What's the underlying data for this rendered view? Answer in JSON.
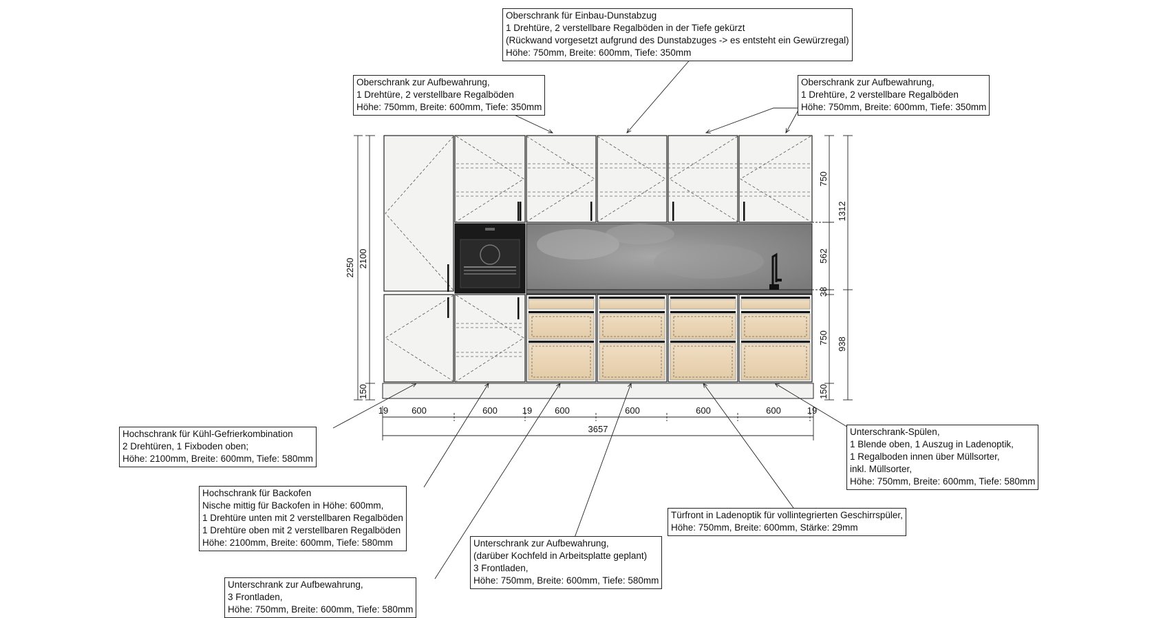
{
  "annotations": {
    "upper_hood": {
      "lines": [
        "Oberschrank für Einbau-Dunstabzug",
        "1 Drehtüre, 2 verstellbare Regalböden in der Tiefe gekürzt",
        "(Rückwand vorgesetzt aufgrund des Dunstabzuges -> es entsteht ein Gewürzregal)",
        "Höhe: 750mm, Breite: 600mm, Tiefe: 350mm"
      ]
    },
    "upper_storage_left": {
      "lines": [
        "Oberschrank zur Aufbewahrung,",
        "1 Drehtüre, 2 verstellbare Regalböden",
        "Höhe: 750mm, Breite: 600mm, Tiefe: 350mm"
      ]
    },
    "upper_storage_right": {
      "lines": [
        "Oberschrank zur Aufbewahrung,",
        "1 Drehtüre, 2 verstellbare Regalböden",
        "Höhe: 750mm, Breite: 600mm, Tiefe: 350mm"
      ]
    },
    "tall_fridge": {
      "lines": [
        "Hochschrank für Kühl-Gefrierkombination",
        "2 Drehtüren, 1 Fixboden oben;",
        "Höhe: 2100mm, Breite: 600mm, Tiefe: 580mm"
      ]
    },
    "tall_oven": {
      "lines": [
        "Hochschrank für Backofen",
        "Nische mittig für Backofen in Höhe: 600mm,",
        "1 Drehtüre unten mit 2 verstellbaren Regalböden",
        "1 Drehtüre oben mit 2 verstellbaren Regalböden",
        "Höhe: 2100mm, Breite: 600mm, Tiefe: 580mm"
      ]
    },
    "base_storage_1": {
      "lines": [
        "Unterschrank zur Aufbewahrung,",
        "3 Frontladen,",
        "Höhe: 750mm, Breite: 600mm, Tiefe: 580mm"
      ]
    },
    "base_cooktop": {
      "lines": [
        "Unterschrank zur Aufbewahrung,",
        "(darüber Kochfeld in Arbeitsplatte geplant)",
        "3 Frontladen,",
        "Höhe: 750mm, Breite: 600mm, Tiefe: 580mm"
      ]
    },
    "dishwasher": {
      "lines": [
        "Türfront in Ladenoptik für vollintegrierten Geschirrspüler,",
        "Höhe: 750mm, Breite: 600mm, Stärke: 29mm"
      ]
    },
    "sink": {
      "lines": [
        "Unterschrank-Spülen,",
        "1 Blende oben, 1 Auszug in Ladenoptik,",
        "1 Regalboden innen über Müllsorter,",
        "inkl. Müllsorter,",
        "Höhe: 750mm, Breite: 600mm, Tiefe: 580mm"
      ]
    }
  },
  "dimensions": {
    "left": {
      "total": "2250",
      "tall": "2100",
      "plinth": "150"
    },
    "right": {
      "upper": "750",
      "upper_to_counter": "1312",
      "backsplash": "562",
      "countertop": "38",
      "base": "750",
      "base_total": "938",
      "plinth": "150"
    },
    "bottom": {
      "edge_left": "19",
      "widths": [
        "600",
        "600",
        "600",
        "600",
        "600",
        "600"
      ],
      "edge_left_2": "19",
      "edge_right": "19",
      "total": "3657"
    }
  },
  "colors": {
    "line": "#222222",
    "cabinet_front": "#f3f3f1",
    "wood": "#ead6b8",
    "backsplash": "#8d8d8d",
    "oven": "#1a1a1a"
  }
}
